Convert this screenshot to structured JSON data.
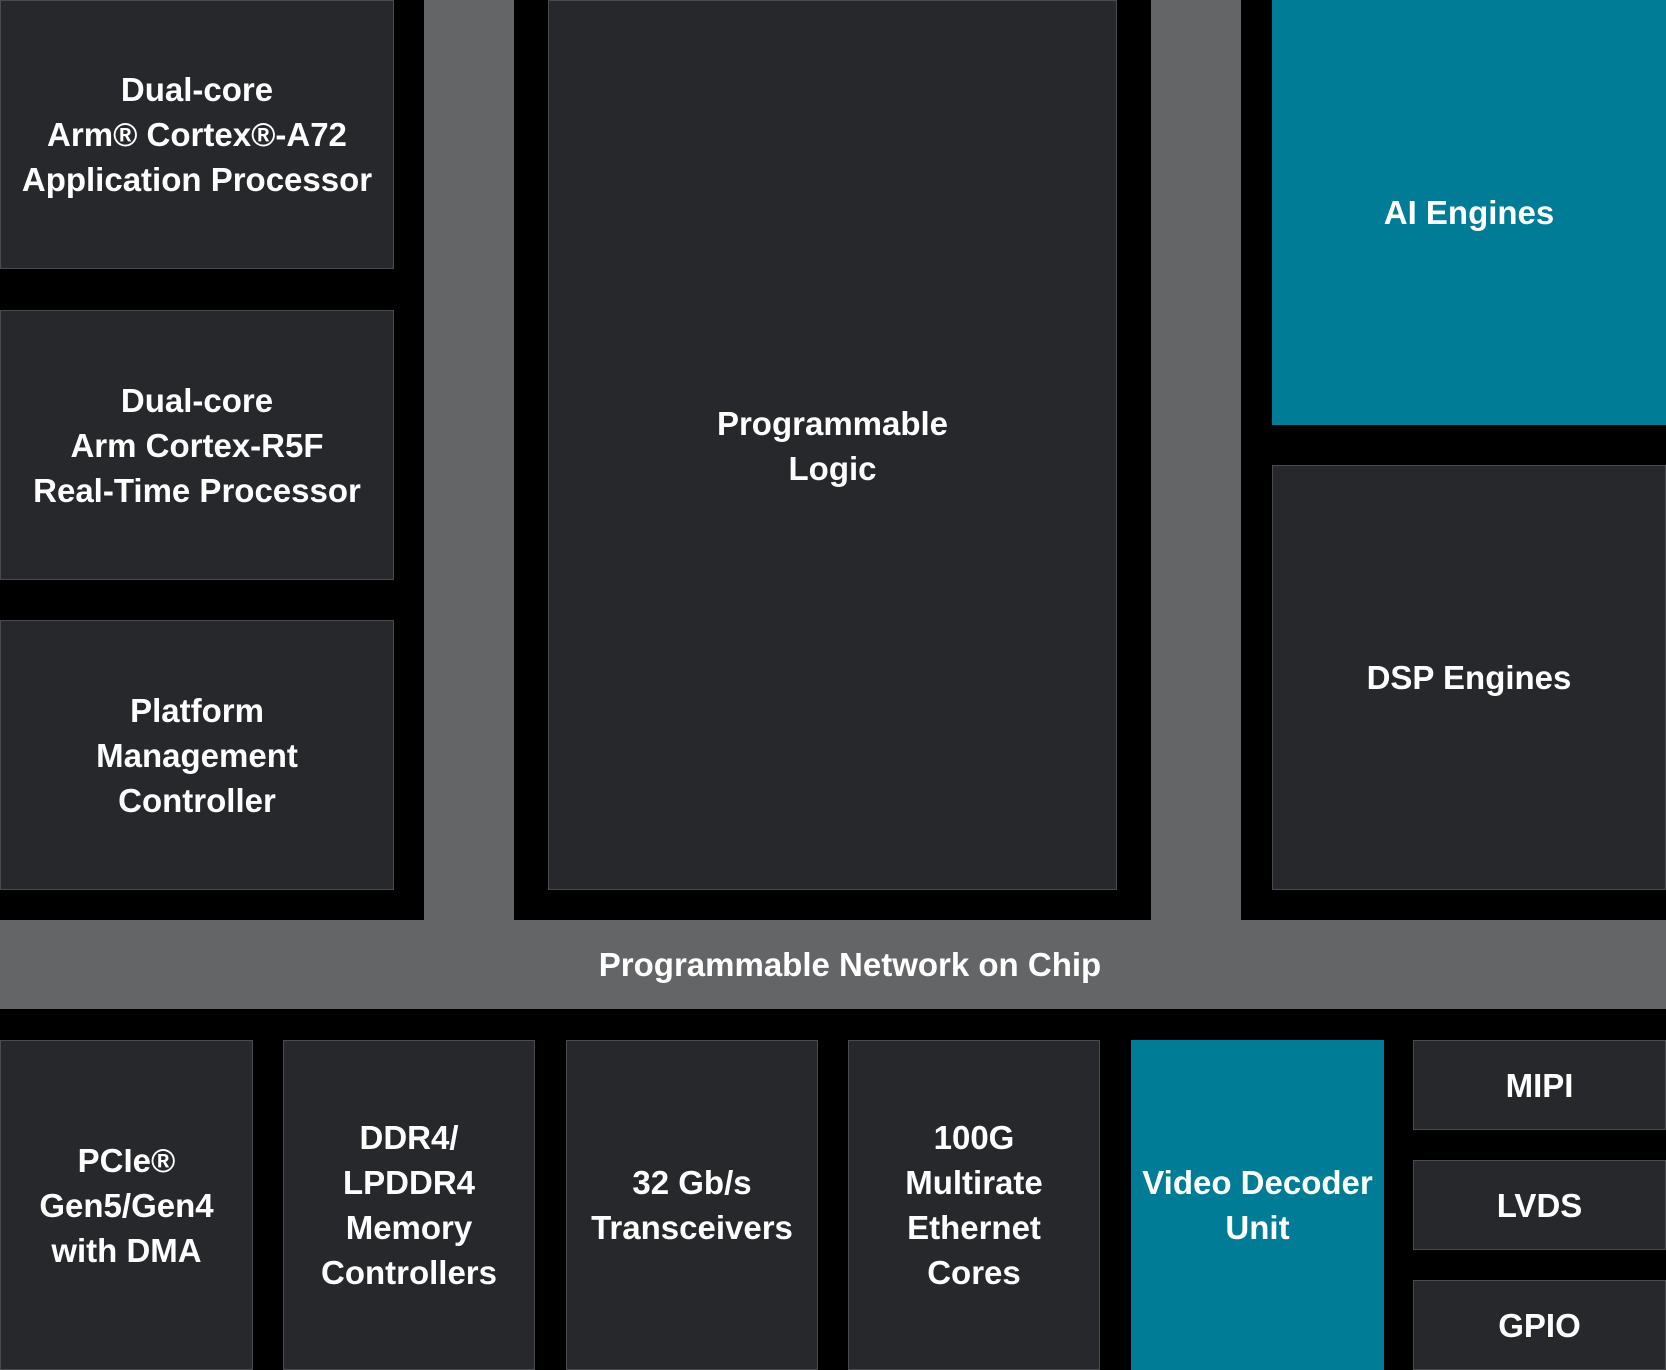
{
  "diagram": {
    "colors": {
      "background": "#000000",
      "block": "#27282c",
      "accent": "#007c97",
      "network": "#646567",
      "text": "#ffffff"
    },
    "blocks": {
      "a72": "Dual-core\nArm® Cortex®-A72\nApplication Processor",
      "r5f": "Dual-core\nArm Cortex-R5F\nReal-Time Processor",
      "pmc": "Platform\nManagement\nController",
      "pl": "Programmable\nLogic",
      "ai": "AI Engines",
      "dsp": "DSP Engines",
      "noc": "Programmable Network on Chip",
      "pcie": "PCIe®\nGen5/Gen4\nwith DMA",
      "ddr": "DDR4/\nLPDDR4\nMemory\nControllers",
      "xcvr": "32 Gb/s\nTransceivers",
      "eth": "100G\nMultirate\nEthernet\nCores",
      "vdu": "Video Decoder\nUnit",
      "mipi": "MIPI",
      "lvds": "LVDS",
      "gpio": "GPIO"
    }
  }
}
